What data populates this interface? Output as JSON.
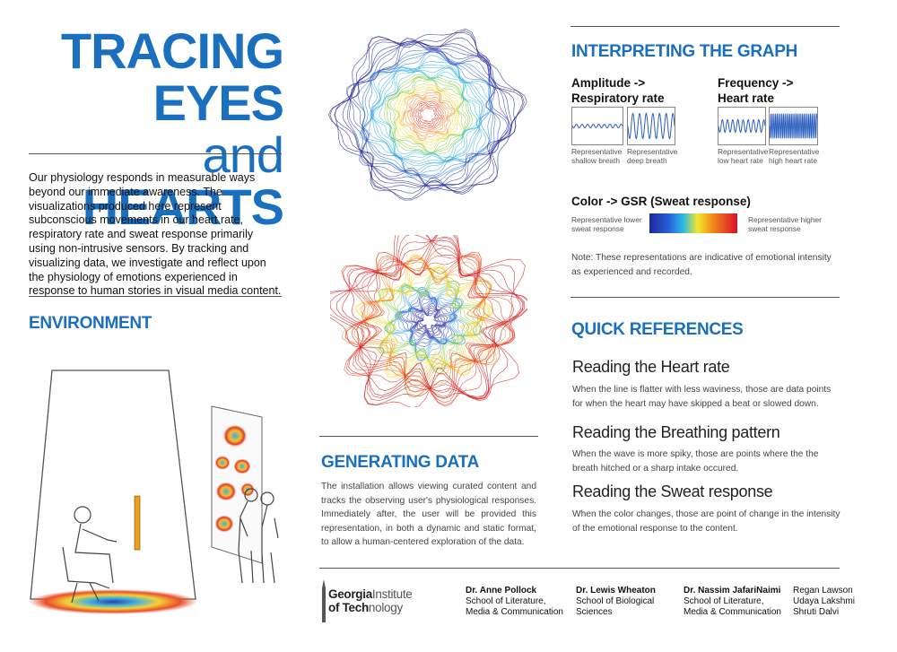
{
  "title": {
    "line1": "TRACING EYES",
    "line2_light": "and ",
    "line2_bold": "HEARTS"
  },
  "intro": "Our physiology responds in measurable ways beyond our immediate awareness. The visualizations produced here represent subconscious movements in our heart rate, respiratory rate and sweat response primarily using non-intrusive sensors. By tracking and visualizing data, we investigate and reflect upon the physiology of emotions experienced in response to human stories in visual media content.",
  "environment": {
    "heading": "ENVIRONMENT"
  },
  "generating": {
    "heading": "GENERATING DATA",
    "text": "The installation allows viewing curated content and tracks the observing user's physiological responses. Immediately after, the user will be provided this representation, in both a dynamic and static format, to allow a human-centered exploration of the data."
  },
  "interpreting": {
    "heading": "INTERPRETING THE GRAPH",
    "amplitude_l1": "Amplitude  ->",
    "amplitude_l2": "Respiratory rate",
    "frequency_l1": "Frequency ->",
    "frequency_l2": "Heart rate",
    "cap_shallow": "Representative shallow breath",
    "cap_deep": "Representative deep breath",
    "cap_low_hr": "Representative low heart rate",
    "cap_high_hr": "Representative high heart rate",
    "color_label": "Color -> GSR (Sweat response)",
    "cap_lower_sweat": "Representative lower sweat response",
    "cap_higher_sweat": "Representative higher sweat response",
    "note": "Note: These representations are indicative of emotional intensity as experienced and recorded."
  },
  "quick": {
    "heading": "QUICK REFERENCES",
    "items": [
      {
        "title": "Reading the Heart rate",
        "text": "When the line is flatter with less waviness, those are data points for when the heart may have skipped a beat or slowed down."
      },
      {
        "title": "Reading the Breathing pattern",
        "text": "When the wave is more spiky, those are points where the the breath hitched or a sharp intake occured."
      },
      {
        "title": "Reading the Sweat response",
        "text": "When the color changes, those are point of change in the intensity of the emotional response to the content."
      }
    ]
  },
  "logo": {
    "word1": "Georgia",
    "word2": "Institute",
    "word3": "of Tech",
    "word4": "nology"
  },
  "credits": [
    {
      "name": "Dr. Anne Pollock",
      "l1": "School of Literature,",
      "l2": "Media & Communication"
    },
    {
      "name": "Dr. Lewis Wheaton",
      "l1": "School of Biological",
      "l2": "Sciences"
    },
    {
      "name": "Dr. Nassim JafariNaimi",
      "l1": "School of Literature,",
      "l2": "Media & Communication"
    }
  ],
  "students": [
    "Regan Lawson",
    "Udaya Lakshmi",
    "Shruti Dalvi"
  ],
  "colors": {
    "accent": "#1a6fbf",
    "gsr_low": "#1a2a9a",
    "gsr_high": "#d8102a"
  }
}
